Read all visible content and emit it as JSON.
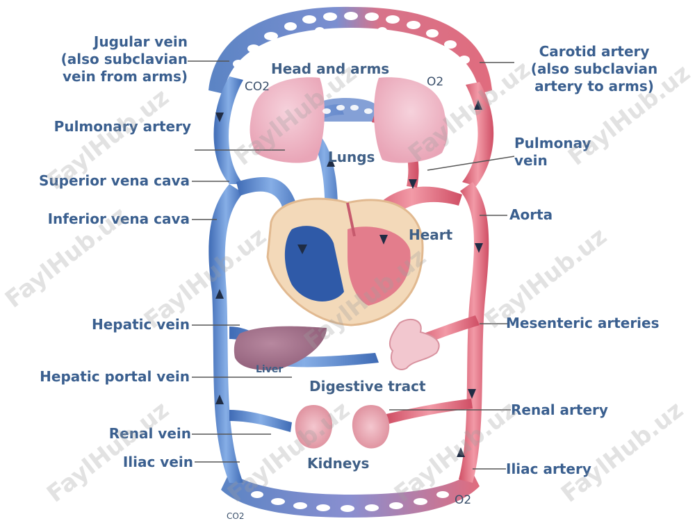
{
  "labels_left": {
    "jugular_line1": "Jugular vein",
    "jugular_line2": "(also subclavian",
    "jugular_line3": "vein from arms)",
    "pulmonary_artery": "Pulmonary artery",
    "superior_vena_cava": "Superior vena cava",
    "inferior_vena_cava": "Inferior vena cava",
    "hepatic_vein": "Hepatic vein",
    "hepatic_portal_vein": "Hepatic portal vein",
    "renal_vein": "Renal vein",
    "iliac_vein": "Iliac vein"
  },
  "labels_right": {
    "carotid_line1": "Carotid artery",
    "carotid_line2": "(also subclavian",
    "carotid_line3": "artery to arms)",
    "pulmonary_vein_line1": "Pulmonay",
    "pulmonary_vein_line2": "vein",
    "aorta": "Aorta",
    "mesenteric_arteries": "Mesenteric arteries",
    "renal_artery": "Renal artery",
    "iliac_artery": "Iliac artery"
  },
  "organs": {
    "head_and_arms": "Head and arms",
    "lungs": "Lungs",
    "heart": "Heart",
    "liver": "Liver",
    "digestive_tract": "Digestive tract",
    "kidneys": "Kidneys"
  },
  "gases": {
    "co2_top": "CO2",
    "o2_top": "O2",
    "o2_bottom": "O2",
    "co2_bottom": "CO2"
  },
  "watermark": "FaylHub.uz",
  "colors": {
    "vein": "#5b84c4",
    "artery": "#e06c7e",
    "label": "#3a5f8f"
  }
}
